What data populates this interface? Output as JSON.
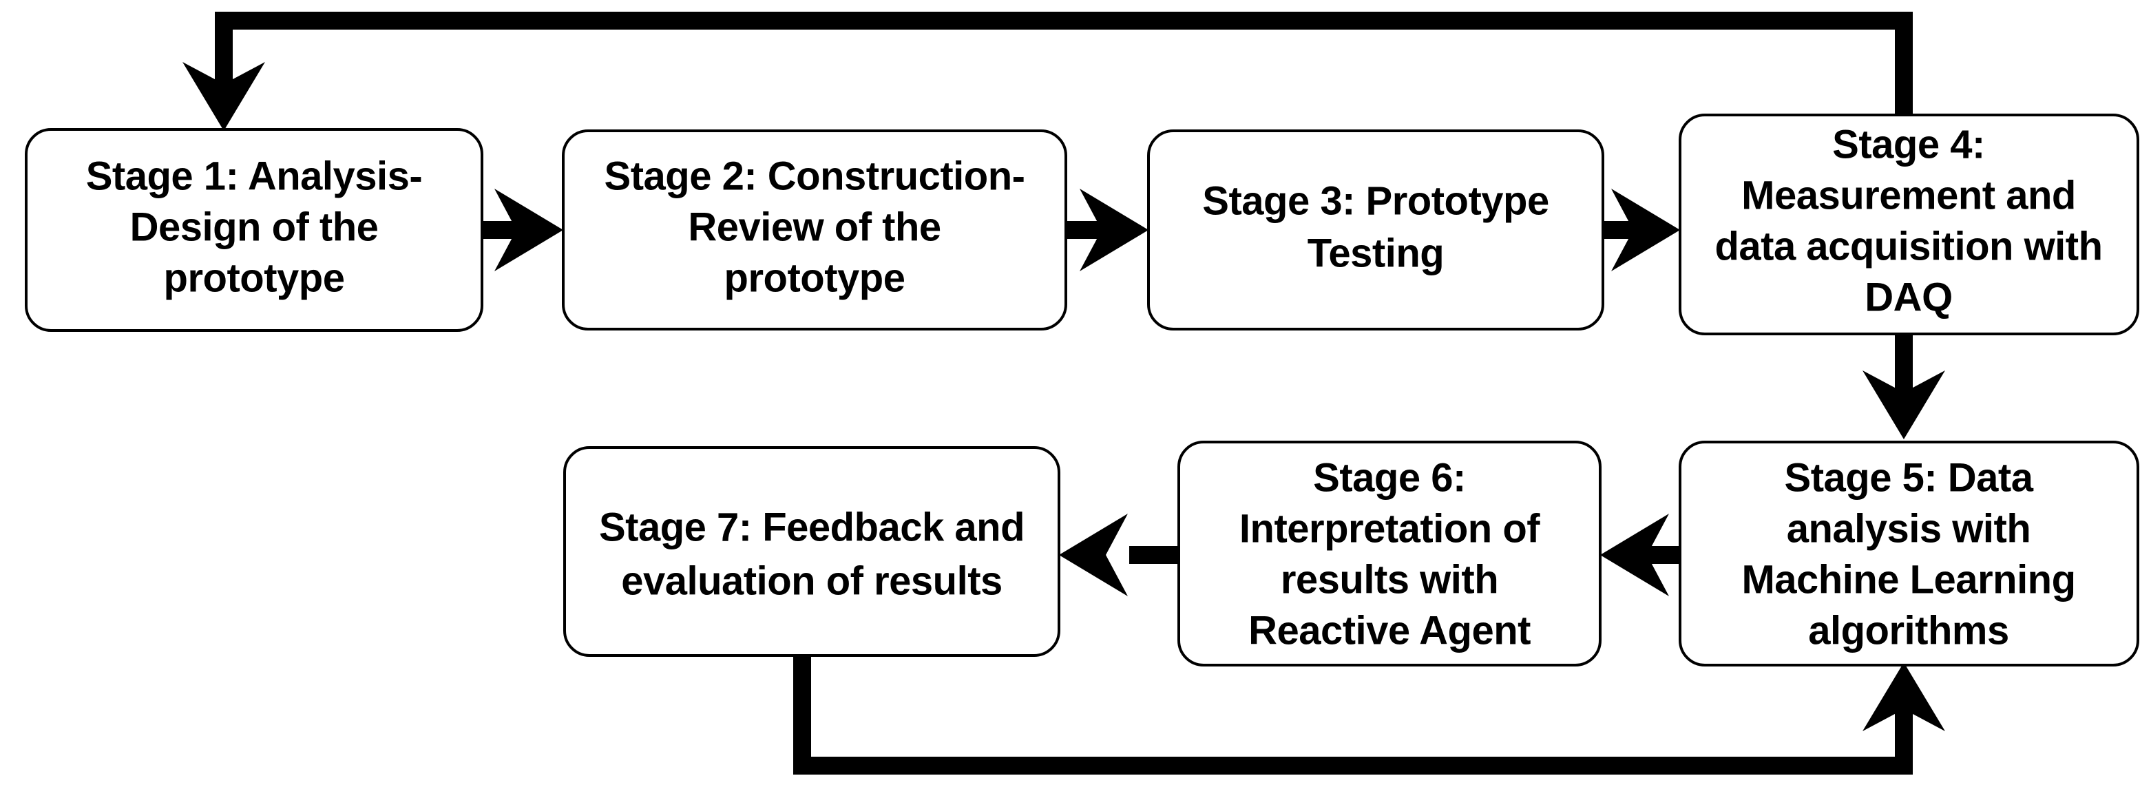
{
  "diagram": {
    "title": "Research methodology stages flowchart",
    "orientation": "two-row serpentine with two feedback loops",
    "background_color": "#ffffff",
    "line_color": "#000000",
    "text_color": "#000000",
    "box_fill": "#ffffff"
  },
  "nodes": [
    {
      "id": "stage-1",
      "label": "Stage 1: Analysis-Design of the prototype",
      "lines": [
        "Stage 1: Analysis-",
        "Design of the",
        "prototype"
      ],
      "row": 1,
      "order": 1
    },
    {
      "id": "stage-2",
      "label": "Stage 2: Construction-Review of the prototype",
      "lines": [
        "Stage 2: Construction-",
        "Review of the",
        "prototype"
      ],
      "row": 1,
      "order": 2
    },
    {
      "id": "stage-3",
      "label": "Stage 3: Prototype Testing",
      "lines": [
        "Stage 3: Prototype",
        "Testing"
      ],
      "row": 1,
      "order": 3
    },
    {
      "id": "stage-4",
      "label": "Stage 4: Measurement and data acquisition with DAQ",
      "lines": [
        "Stage 4:",
        "Measurement and",
        "data acquisition with",
        "DAQ"
      ],
      "row": 1,
      "order": 4
    },
    {
      "id": "stage-5",
      "label": "Stage 5: Data analysis with Machine Learning algorithms",
      "lines": [
        "Stage 5: Data",
        "analysis with",
        "Machine Learning",
        "algorithms"
      ],
      "row": 2,
      "order": 5
    },
    {
      "id": "stage-6",
      "label": "Stage 6: Interpretation of results with Reactive Agent",
      "lines": [
        "Stage 6:",
        "Interpretation of",
        "results with",
        "Reactive Agent"
      ],
      "row": 2,
      "order": 6
    },
    {
      "id": "stage-7",
      "label": "Stage 7: Feedback and evaluation of results",
      "lines": [
        "Stage 7: Feedback and",
        "evaluation of results"
      ],
      "row": 2,
      "order": 7
    }
  ],
  "edges": [
    {
      "id": "edge-1-2",
      "from": "stage-1",
      "to": "stage-2",
      "direction": "right",
      "kind": "straight"
    },
    {
      "id": "edge-2-3",
      "from": "stage-2",
      "to": "stage-3",
      "direction": "right",
      "kind": "straight"
    },
    {
      "id": "edge-3-4",
      "from": "stage-3",
      "to": "stage-4",
      "direction": "right",
      "kind": "straight"
    },
    {
      "id": "edge-4-5",
      "from": "stage-4",
      "to": "stage-5",
      "direction": "down",
      "kind": "straight"
    },
    {
      "id": "edge-5-6",
      "from": "stage-5",
      "to": "stage-6",
      "direction": "left",
      "kind": "straight"
    },
    {
      "id": "edge-6-7",
      "from": "stage-6",
      "to": "stage-7",
      "direction": "left",
      "kind": "straight"
    },
    {
      "id": "edge-4-1-feedback",
      "from": "stage-4",
      "to": "stage-1",
      "direction": "up-left-down",
      "kind": "feedback-top"
    },
    {
      "id": "edge-7-5-feedback",
      "from": "stage-7",
      "to": "stage-5",
      "direction": "down-right-up",
      "kind": "feedback-bottom"
    }
  ]
}
